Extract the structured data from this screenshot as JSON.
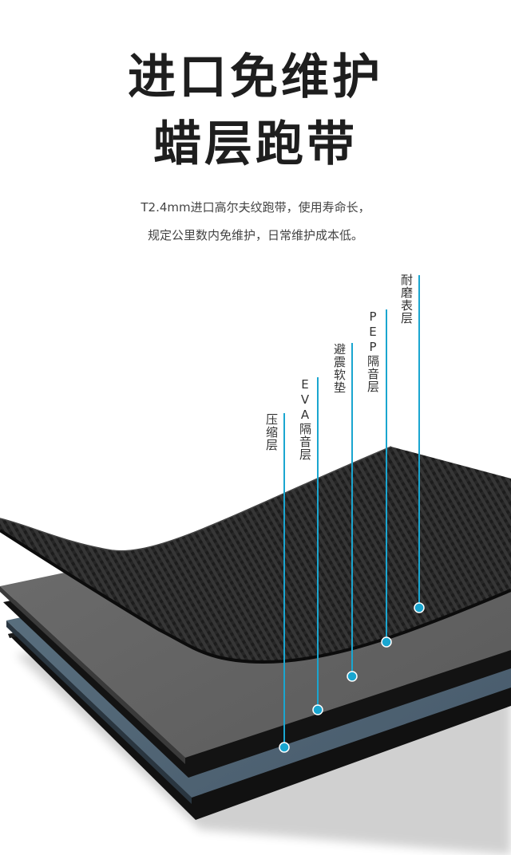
{
  "heading": {
    "line1": "进口免维护",
    "line2": "蜡层跑带"
  },
  "description": {
    "line1": "T2.4mm进口高尔夫纹跑带，使用寿命长，",
    "line2": "规定公里数内免维护，日常维护成本低。"
  },
  "layers": [
    {
      "label": "耐磨表层"
    },
    {
      "label": "PEP隔音层"
    },
    {
      "label": "避震软垫"
    },
    {
      "label": "EVA隔音层"
    },
    {
      "label": "压缩层"
    }
  ],
  "colors": {
    "accent": "#1aa6d0",
    "title": "#1e1e1e"
  }
}
